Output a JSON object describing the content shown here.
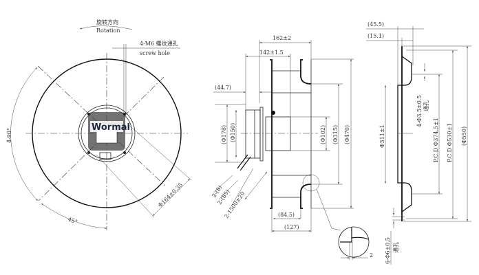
{
  "front_view": {
    "rotation_cn": "旋转方向",
    "rotation_en": "Rotation",
    "screw_cn": "4-M6 螺纹通孔",
    "screw_en": "screw hole",
    "angle_90": "4-90°",
    "angle_45": "45°",
    "diameter_164": "Φ164±0.35",
    "logo": "Wormal"
  },
  "side_view": {
    "d162": "162±2",
    "d142": "142±1.5",
    "d44_7": "(44.7)",
    "d178": "(Φ178)",
    "d150": "(Φ150)",
    "d102": "(Φ102)",
    "d315": "(Φ315)",
    "d470": "(Φ470)",
    "cable8": "2-(8)",
    "cable85": "2-(85)",
    "cable1500": "2-1500±20",
    "d84_5": "(84.5)",
    "d127": "(127)",
    "detail_2": "2"
  },
  "inlet_view": {
    "d45_5": "(45.5)",
    "d15_1": "(15.1)",
    "d311": "Φ311±1",
    "hole4": "4-Φ3.5±0.5",
    "hole4_cn": "通孔",
    "pcd374": "P.C.D Φ374.5±1",
    "pcd530": "P.C.D Φ530±1",
    "d550": "(Φ550)",
    "hole6": "6-Φ6±0.5",
    "hole6_cn": "通孔"
  }
}
